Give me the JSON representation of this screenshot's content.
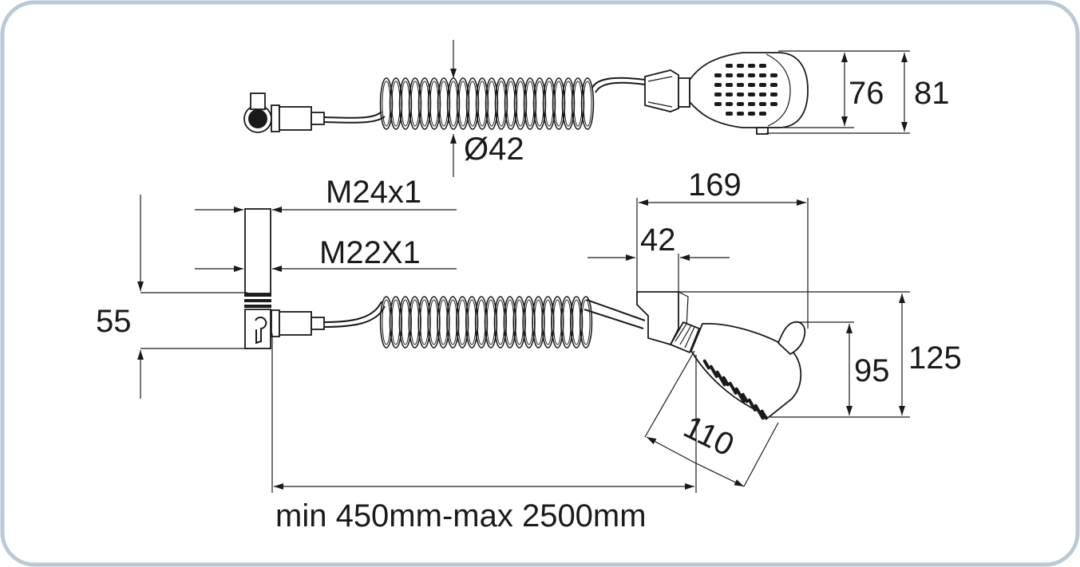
{
  "colors": {
    "frame_border": "#b9cad6",
    "ink": "#1a1a1a",
    "background": "#ffffff"
  },
  "dimensions": {
    "coil_diameter": "Ø42",
    "head_height_inner": "76",
    "head_height_outer": "81",
    "thread_top": "M24x1",
    "thread_bottom": "M22X1",
    "connector_height": "55",
    "head_length": "169",
    "holder_width": "42",
    "head_side_height": "95",
    "total_height": "125",
    "head_face": "110",
    "hose_length": "min 450mm-max 2500mm"
  }
}
